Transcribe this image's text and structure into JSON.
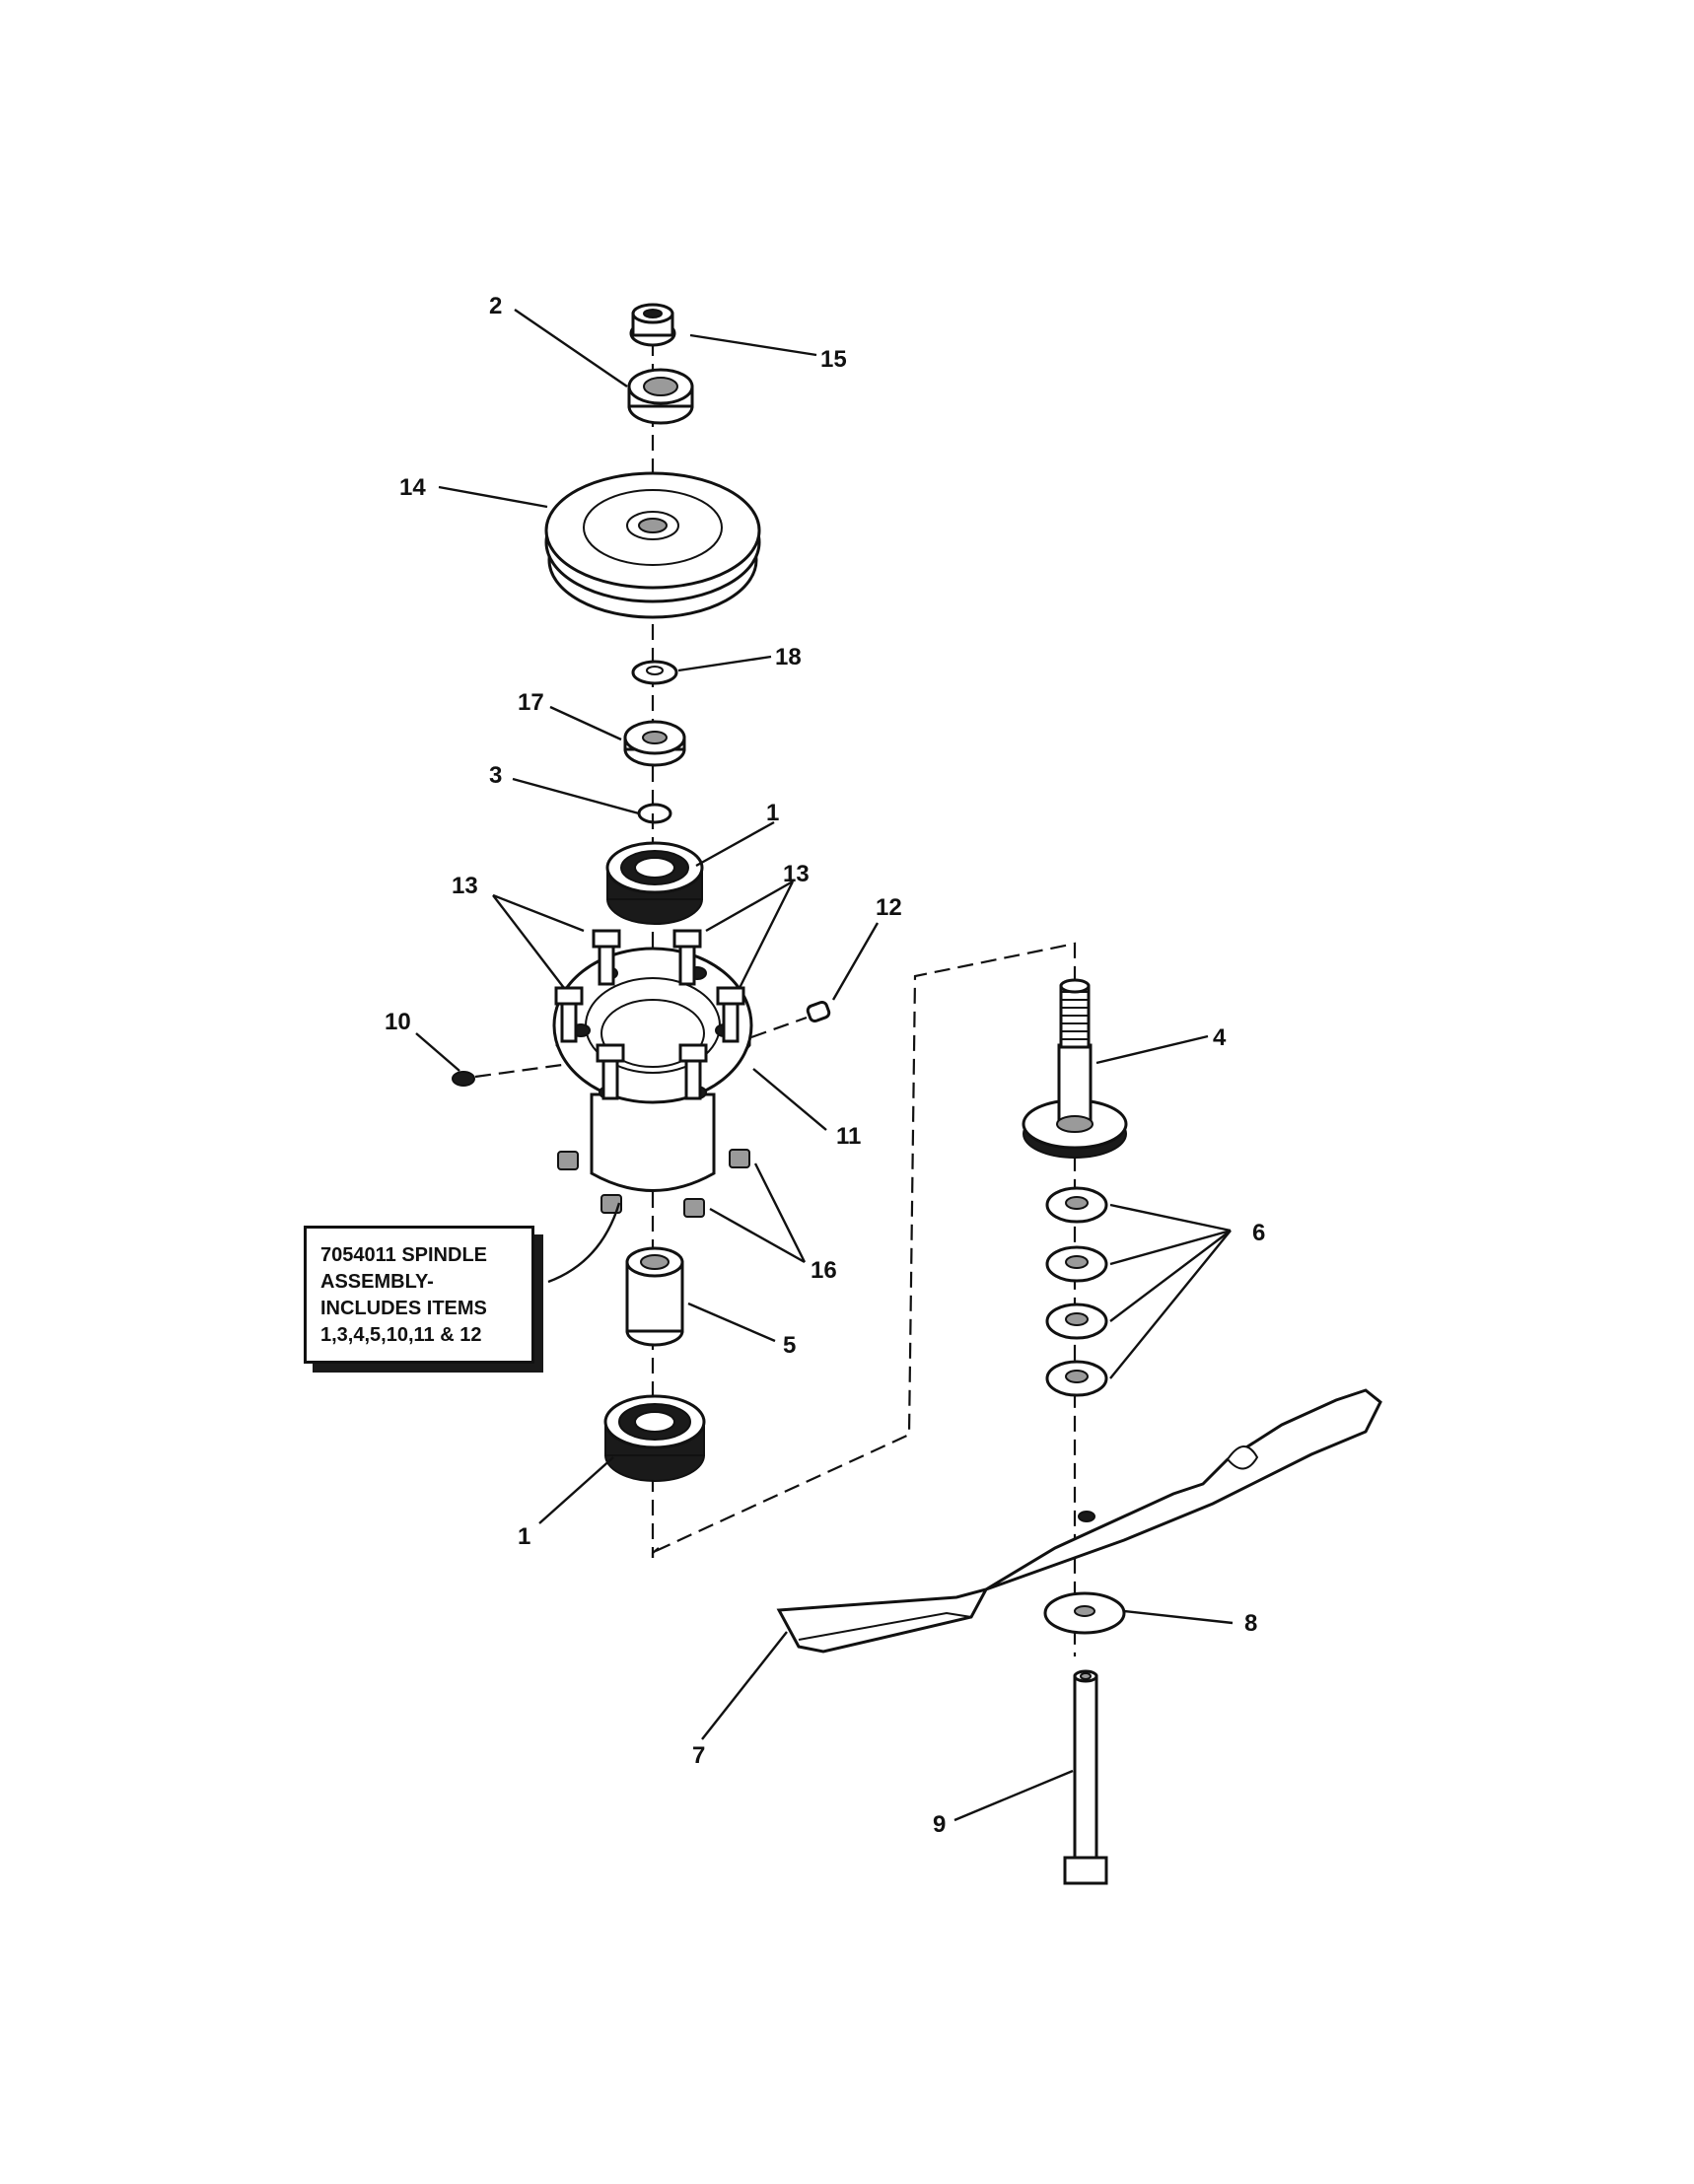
{
  "callouts": {
    "c1_top": "1",
    "c1_bottom": "1",
    "c2": "2",
    "c3": "3",
    "c4": "4",
    "c5": "5",
    "c6": "6",
    "c7": "7",
    "c8": "8",
    "c9": "9",
    "c10": "10",
    "c11": "11",
    "c12": "12",
    "c13_left": "13",
    "c13_right": "13",
    "c14": "14",
    "c15": "15",
    "c16": "16",
    "c17": "17",
    "c18": "18"
  },
  "note": {
    "lines": [
      "7054011 SPINDLE",
      "ASSEMBLY-",
      "INCLUDES ITEMS",
      "1,3,4,5,10,11 & 12"
    ]
  }
}
